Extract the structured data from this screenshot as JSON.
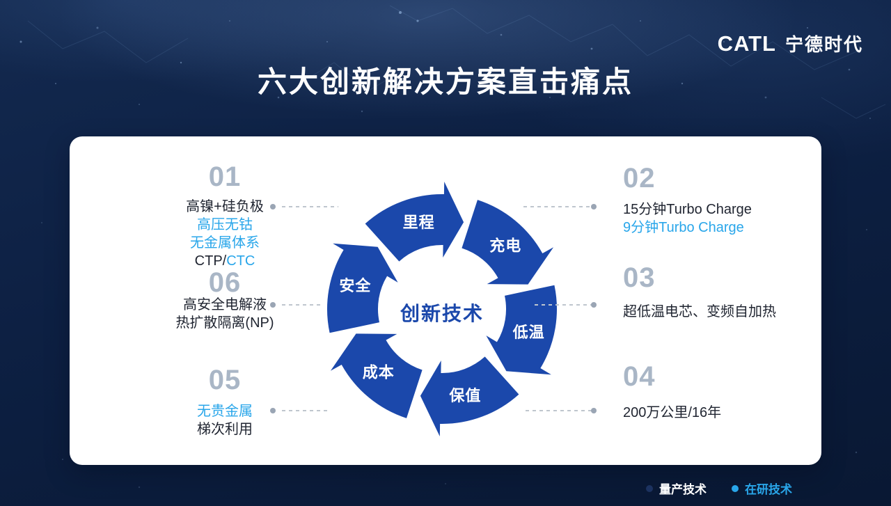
{
  "header": {
    "title": "六大创新解决方案直击痛点",
    "logo_en": "CATL",
    "logo_cn": "宁德时代"
  },
  "wheel": {
    "center_label": "创新技术",
    "segments": [
      {
        "id": "range",
        "label": "里程"
      },
      {
        "id": "charging",
        "label": "充电"
      },
      {
        "id": "low-temp",
        "label": "低温"
      },
      {
        "id": "value",
        "label": "保值"
      },
      {
        "id": "cost",
        "label": "成本"
      },
      {
        "id": "safety",
        "label": "安全"
      }
    ]
  },
  "items": [
    {
      "number": "01",
      "side": "left",
      "lines": [
        {
          "parts": [
            {
              "text": "高镍+硅负极",
              "type": "production"
            }
          ]
        },
        {
          "parts": [
            {
              "text": "高压无钴",
              "type": "research"
            }
          ]
        },
        {
          "parts": [
            {
              "text": "无金属体系",
              "type": "research"
            }
          ]
        },
        {
          "parts": [
            {
              "text": "CTP/",
              "type": "production"
            },
            {
              "text": "CTC",
              "type": "research"
            }
          ]
        }
      ]
    },
    {
      "number": "02",
      "side": "right",
      "lines": [
        {
          "parts": [
            {
              "text": "15分钟Turbo Charge",
              "type": "production"
            }
          ]
        },
        {
          "parts": [
            {
              "text": "9分钟Turbo Charge",
              "type": "research"
            }
          ]
        }
      ]
    },
    {
      "number": "03",
      "side": "right",
      "lines": [
        {
          "parts": [
            {
              "text": "超低温电芯、变频自加热",
              "type": "production"
            }
          ]
        }
      ]
    },
    {
      "number": "04",
      "side": "right",
      "lines": [
        {
          "parts": [
            {
              "text": "200万公里/16年",
              "type": "production"
            }
          ]
        }
      ]
    },
    {
      "number": "05",
      "side": "left",
      "lines": [
        {
          "parts": [
            {
              "text": "无贵金属",
              "type": "research"
            }
          ]
        },
        {
          "parts": [
            {
              "text": "梯次利用",
              "type": "production"
            }
          ]
        }
      ]
    },
    {
      "number": "06",
      "side": "left",
      "lines": [
        {
          "parts": [
            {
              "text": "高安全电解液",
              "type": "production"
            }
          ]
        },
        {
          "parts": [
            {
              "text": "热扩散隔离(NP)",
              "type": "production"
            }
          ]
        }
      ]
    }
  ],
  "legend": {
    "production": "量产技术",
    "research": "在研技术"
  },
  "colors": {
    "arrow_blue": "#1b48ab",
    "research_blue": "#29a6ea",
    "production_dark": "#1f2430",
    "number_gray": "#a9b6c6",
    "legend_production_dot": "#1c3260"
  }
}
